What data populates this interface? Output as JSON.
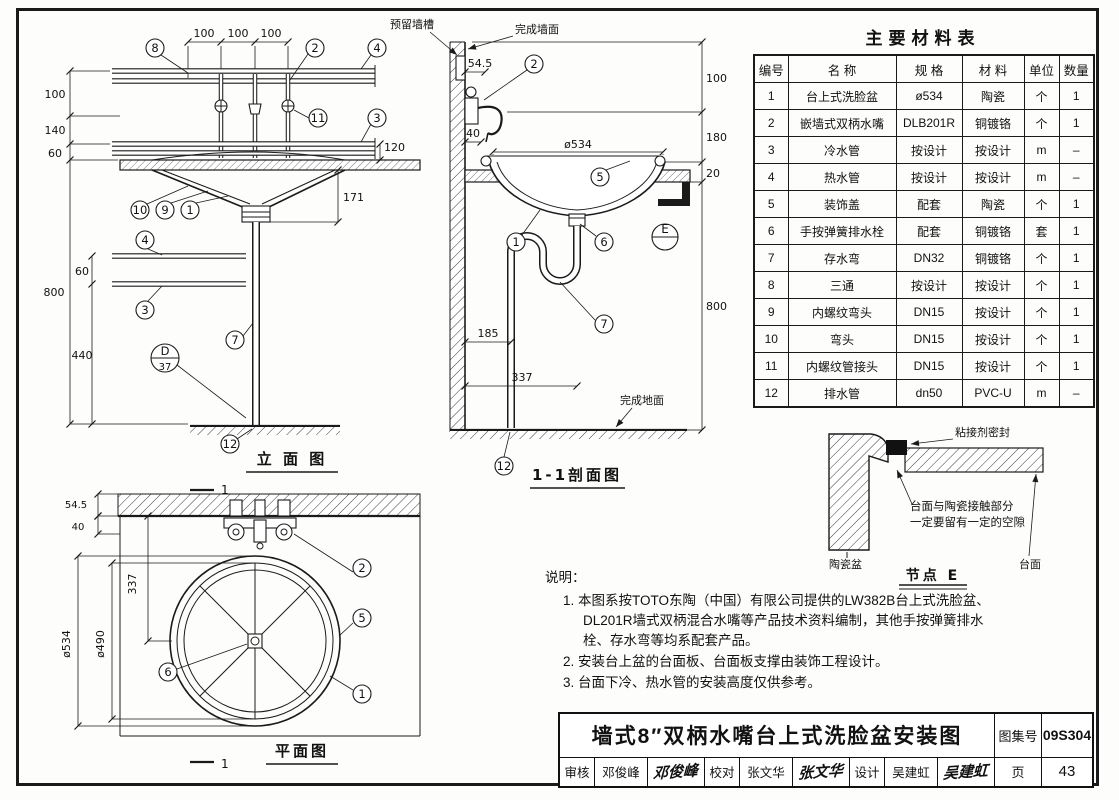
{
  "table": {
    "title": "主要材料表",
    "headers": [
      "编号",
      "名  称",
      "规  格",
      "材  料",
      "单位",
      "数量"
    ],
    "rows": [
      [
        "1",
        "台上式洗脸盆",
        "ø534",
        "陶瓷",
        "个",
        "1"
      ],
      [
        "2",
        "嵌墙式双柄水嘴",
        "DLB201R",
        "铜镀铬",
        "个",
        "1"
      ],
      [
        "3",
        "冷水管",
        "按设计",
        "按设计",
        "m",
        "–"
      ],
      [
        "4",
        "热水管",
        "按设计",
        "按设计",
        "m",
        "–"
      ],
      [
        "5",
        "装饰盖",
        "配套",
        "陶瓷",
        "个",
        "1"
      ],
      [
        "6",
        "手按弹簧排水栓",
        "配套",
        "铜镀铬",
        "套",
        "1"
      ],
      [
        "7",
        "存水弯",
        "DN32",
        "铜镀铬",
        "个",
        "1"
      ],
      [
        "8",
        "三通",
        "按设计",
        "按设计",
        "个",
        "1"
      ],
      [
        "9",
        "内螺纹弯头",
        "DN15",
        "按设计",
        "个",
        "1"
      ],
      [
        "10",
        "弯头",
        "DN15",
        "按设计",
        "个",
        "1"
      ],
      [
        "11",
        "内螺纹管接头",
        "DN15",
        "按设计",
        "个",
        "1"
      ],
      [
        "12",
        "排水管",
        "dn50",
        "PVC-U",
        "m",
        "–"
      ]
    ]
  },
  "elev": {
    "label": "立 面 图",
    "dims": {
      "t1": "100",
      "t2": "100",
      "t3": "100",
      "l1": "100",
      "l2": "140",
      "l3": "60",
      "l4": "800",
      "i1": "60",
      "i2": "440",
      "d120": "120",
      "d171": "171"
    },
    "bubble": {
      "top": "D",
      "bot": "37"
    },
    "callouts": {
      "c8": "8",
      "c2": "2",
      "c4": "4",
      "c11": "11",
      "c3": "3",
      "c10": "10",
      "c9": "9",
      "c1": "1",
      "c4b": "4",
      "c3b": "3",
      "c7": "7",
      "c12": "12"
    }
  },
  "sect": {
    "label": "1-1剖面图",
    "wall_groove": "预留墙槽",
    "finished_wall": "完成墙面",
    "finished_floor": "完成地面",
    "dims": {
      "d545": "54.5",
      "d40": "40",
      "d534": "ø534",
      "r1": "100",
      "r2": "180",
      "r3": "20",
      "r4": "800",
      "d185": "185",
      "d337": "337"
    },
    "callouts": {
      "c2": "2",
      "c5": "5",
      "c1": "1",
      "c6": "6",
      "c7": "7",
      "c12": "12"
    },
    "bubble": {
      "top": "E"
    }
  },
  "plan": {
    "label": "平面图",
    "dims": {
      "d545": "54.5",
      "d40": "40",
      "d337": "337",
      "d534": "ø534",
      "d490": "ø490"
    },
    "callouts": {
      "c2": "2",
      "c5": "5",
      "c6": "6",
      "c1": "1"
    },
    "mark": "1"
  },
  "detail": {
    "title": "节点  E",
    "sealant": "粘接剂密封",
    "note_line1": "台面与陶瓷接触部分",
    "note_line2": "一定要留有一定的空隙",
    "basin": "陶瓷盆",
    "counter": "台面"
  },
  "notes": {
    "heading": "说明：",
    "items": [
      "1.  本图系按TOTO东陶（中国）有限公司提供的LW382B台上式洗脸盆、DL201R墙式双柄混合水嘴等产品技术资料编制，其他手按弹簧排水栓、存水弯等均系配套产品。",
      "2.  安装台上盆的台面板、台面板支撑由装饰工程设计。",
      "3.  台面下冷、热水管的安装高度仅供参考。"
    ]
  },
  "title_block": {
    "title": "墙式8″双柄水嘴台上式洗脸盆安装图",
    "atlas_label": "图集号",
    "atlas_no": "09S304",
    "page_label": "页",
    "page_no": "43",
    "cells": [
      {
        "label": "审核",
        "name": "邓俊峰",
        "sig": "邓俊峰"
      },
      {
        "label": "校对",
        "name": "张文华",
        "sig": "张文华"
      },
      {
        "label": "设计",
        "name": "吴建虹",
        "sig": "吴建虹"
      }
    ]
  }
}
